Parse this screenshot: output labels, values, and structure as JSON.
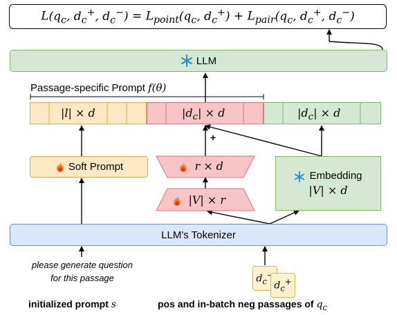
{
  "loss": {
    "lhs_func": "L",
    "args_full": "(q_c, d_c^+, d_c^-)",
    "eq": "=",
    "point_func": "L",
    "point_sub": "point",
    "point_args": "(q_c, d_c^+)",
    "plus": "+",
    "pair_func": "L",
    "pair_sub": "pair",
    "pair_args": "(q_c, d_c^+, d_c^-)"
  },
  "llm": {
    "label": "LLM",
    "icon": "snowflake-icon"
  },
  "prompt_caption": {
    "text": "Passage-specific Prompt",
    "func": "f(θ)"
  },
  "prompt_row": {
    "soft_label": "|l| × d",
    "pos_label": "|d_c| × d",
    "neg_label": "|d_c| × d",
    "colors": {
      "orange_fill": "#fde8c4",
      "orange_stroke": "#e0a84a",
      "red_fill": "#f7c4c8",
      "red_stroke": "#d9737c",
      "green_fill": "#d5e8d4",
      "green_stroke": "#82b366"
    }
  },
  "soft_prompt": {
    "label": "Soft Prompt",
    "icon": "fire-icon"
  },
  "lora_up": {
    "label": "r × d",
    "icon": "fire-icon"
  },
  "lora_down": {
    "label": "|V| × r",
    "icon": "fire-icon"
  },
  "plus_sign": "+",
  "embedding": {
    "label": "Embedding",
    "dim": "|V| × d",
    "icon": "snowflake-icon"
  },
  "tokenizer": {
    "label": "LLM's Tokenizer"
  },
  "input_text": {
    "line1": "please generate question",
    "line2": "for this passage"
  },
  "passages": {
    "neg": "d_c^-",
    "pos": "d_c^+"
  },
  "bottom_labels": {
    "left_text": "initialized prompt",
    "left_var": "s",
    "right_text": "pos and in-batch neg passages of",
    "right_var": "q_c"
  }
}
